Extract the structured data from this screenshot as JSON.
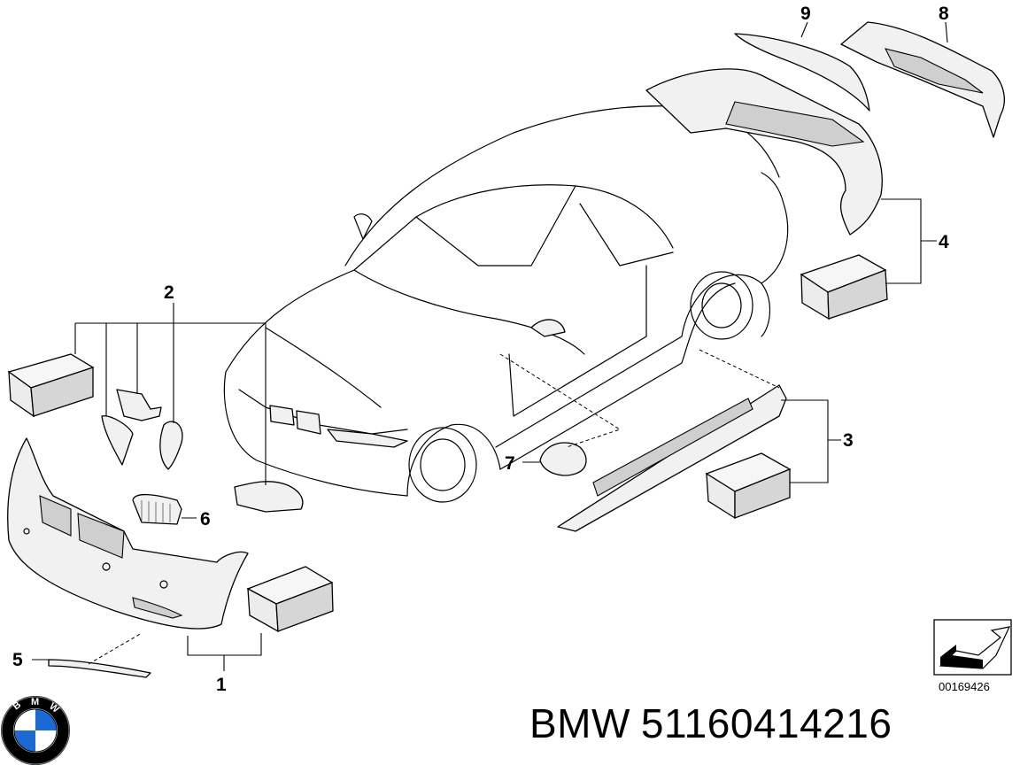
{
  "callouts": {
    "c1": "1",
    "c2": "2",
    "c3": "3",
    "c4": "4",
    "c5": "5",
    "c6": "6",
    "c7": "7",
    "c8": "8",
    "c9": "9"
  },
  "diagram_code": "00169426",
  "brand": "BMW",
  "part_number": "51160414216",
  "logo": {
    "letters": "BMW",
    "colors": {
      "blue": "#1c69d4",
      "white": "#ffffff",
      "ring": "#000000"
    }
  }
}
